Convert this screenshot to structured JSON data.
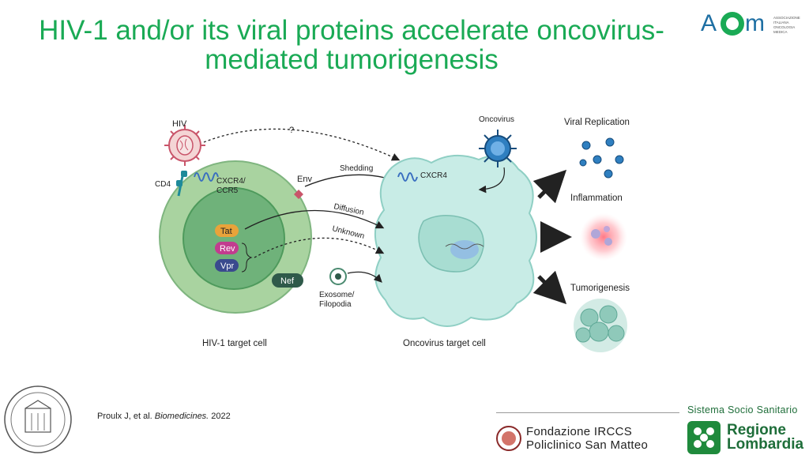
{
  "slide": {
    "title_line1": "HIV-1 and/or its viral proteins accelerate oncovirus-",
    "title_line2": "mediated tumorigenesis",
    "citation_authors": "Proulx J, et al. ",
    "citation_journal": "Biomedicines.",
    "citation_year": " 2022"
  },
  "logos": {
    "aiom_main": "AIOM",
    "aiom_sub": [
      "ASSOCIAZIONE",
      "ITALIANA",
      "ONCOLOGIA",
      "MEDICA"
    ],
    "sistema": "Sistema Socio Sanitario",
    "fondazione_line1": "Fondazione IRCCS",
    "fondazione_line2": "Policlinico San Matteo",
    "regione_line1": "Regione",
    "regione_line2": "Lombardia"
  },
  "diagram": {
    "hiv": "HIV",
    "question": "?",
    "cd4": "CD4",
    "cxcr4_ccr5_1": "CXCR4/",
    "cxcr4_ccr5_2": "CCR5",
    "env": "Env",
    "shedding": "Shedding",
    "cxcr4": "CXCR4",
    "oncovirus": "Oncovirus",
    "diffusion": "Diffusion",
    "unknown": "Unknown",
    "tat": "Tat",
    "rev": "Rev",
    "vpr": "Vpr",
    "nef": "Nef",
    "exosome_1": "Exosome/",
    "exosome_2": "Filopodia",
    "hiv_cell": "HIV-1 target cell",
    "onco_cell": "Oncovirus target cell",
    "viral_replication": "Viral Replication",
    "inflammation": "Inflammation",
    "tumorigenesis": "Tumorigenesis"
  },
  "colors": {
    "title": "#1aaa55",
    "cell_outer": "#a9d3a0",
    "cell_nucleus": "#6fb27a",
    "onco_cell": "#c8ece6",
    "tat": "#e8a33a",
    "rev": "#c23c8f",
    "vpr": "#3a4a8e",
    "nef": "#2f5a4a"
  }
}
